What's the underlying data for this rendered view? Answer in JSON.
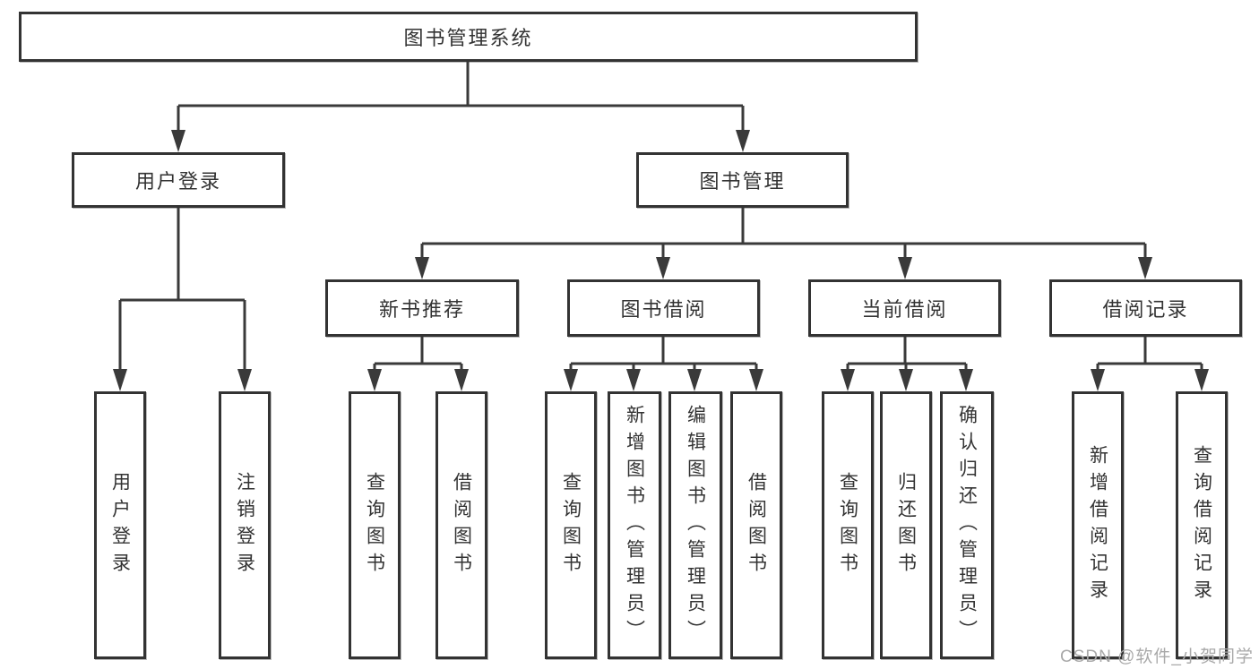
{
  "tree": {
    "root": {
      "label": "图书管理系统",
      "children": [
        {
          "label": "用户登录",
          "children": [
            {
              "label": "用户登录"
            },
            {
              "label": "注销登录"
            }
          ]
        },
        {
          "label": "图书管理",
          "children": [
            {
              "label": "新书推荐",
              "children": [
                {
                  "label": "查询图书"
                },
                {
                  "label": "借阅图书"
                }
              ]
            },
            {
              "label": "图书借阅",
              "children": [
                {
                  "label": "查询图书"
                },
                {
                  "label": "新增图书（管理员）"
                },
                {
                  "label": "编辑图书（管理员）"
                },
                {
                  "label": "借阅图书"
                }
              ]
            },
            {
              "label": "当前借阅",
              "children": [
                {
                  "label": "查询图书"
                },
                {
                  "label": "归还图书"
                },
                {
                  "label": "确认归还（管理员）"
                }
              ]
            },
            {
              "label": "借阅记录",
              "children": [
                {
                  "label": "新增借阅记录"
                },
                {
                  "label": "查询借阅记录"
                }
              ]
            }
          ]
        }
      ]
    }
  },
  "watermark": {
    "text": "CSDN @软件_小贺同学"
  },
  "colors": {
    "line": "#3a3a3a",
    "border": "#333333",
    "text": "#333333",
    "watermark": "#a9a9a9",
    "background": "#ffffff"
  }
}
